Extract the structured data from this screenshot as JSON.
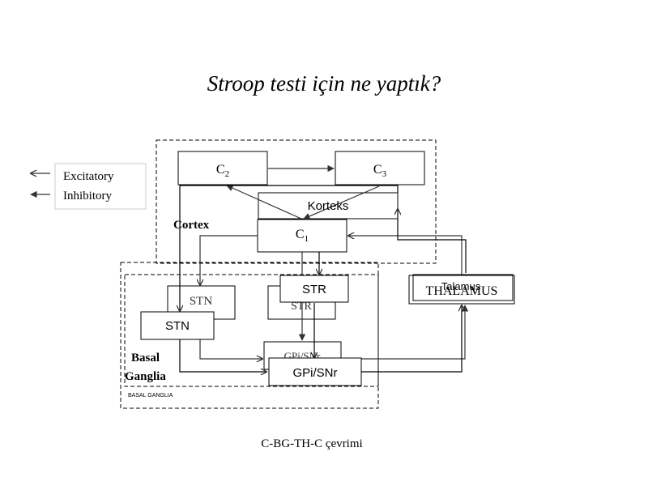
{
  "title": "Stroop testi için ne yaptık?",
  "caption": "C-BG-TH-C çevrimi",
  "legend": {
    "excitatory": "Excitatory",
    "inhibitory": "Inhibitory"
  },
  "labels": {
    "cortex": "Cortex",
    "basal": "Basal",
    "ganglia": "Ganglia",
    "basal_ganglia_small": "BASAL GANGLIA"
  },
  "boxes": {
    "c2": {
      "main": "C",
      "sub": "2"
    },
    "c3": {
      "main": "C",
      "sub": "3"
    },
    "c1": {
      "main": "C",
      "sub": "1"
    },
    "korteks": "Korteks",
    "stn_back": "STN",
    "stn_front": "STN",
    "str_front": "STR",
    "str_back": "STR",
    "gpi_back": "GPi/SNr",
    "gpi_front": "GPi/SNr",
    "thalamus_back": "THALAMUS",
    "talamus_front": "Talamus"
  },
  "colors": {
    "line": "#333333",
    "box_border": "#000000",
    "dashed": "#000000",
    "legend_border": "#cccccc"
  }
}
